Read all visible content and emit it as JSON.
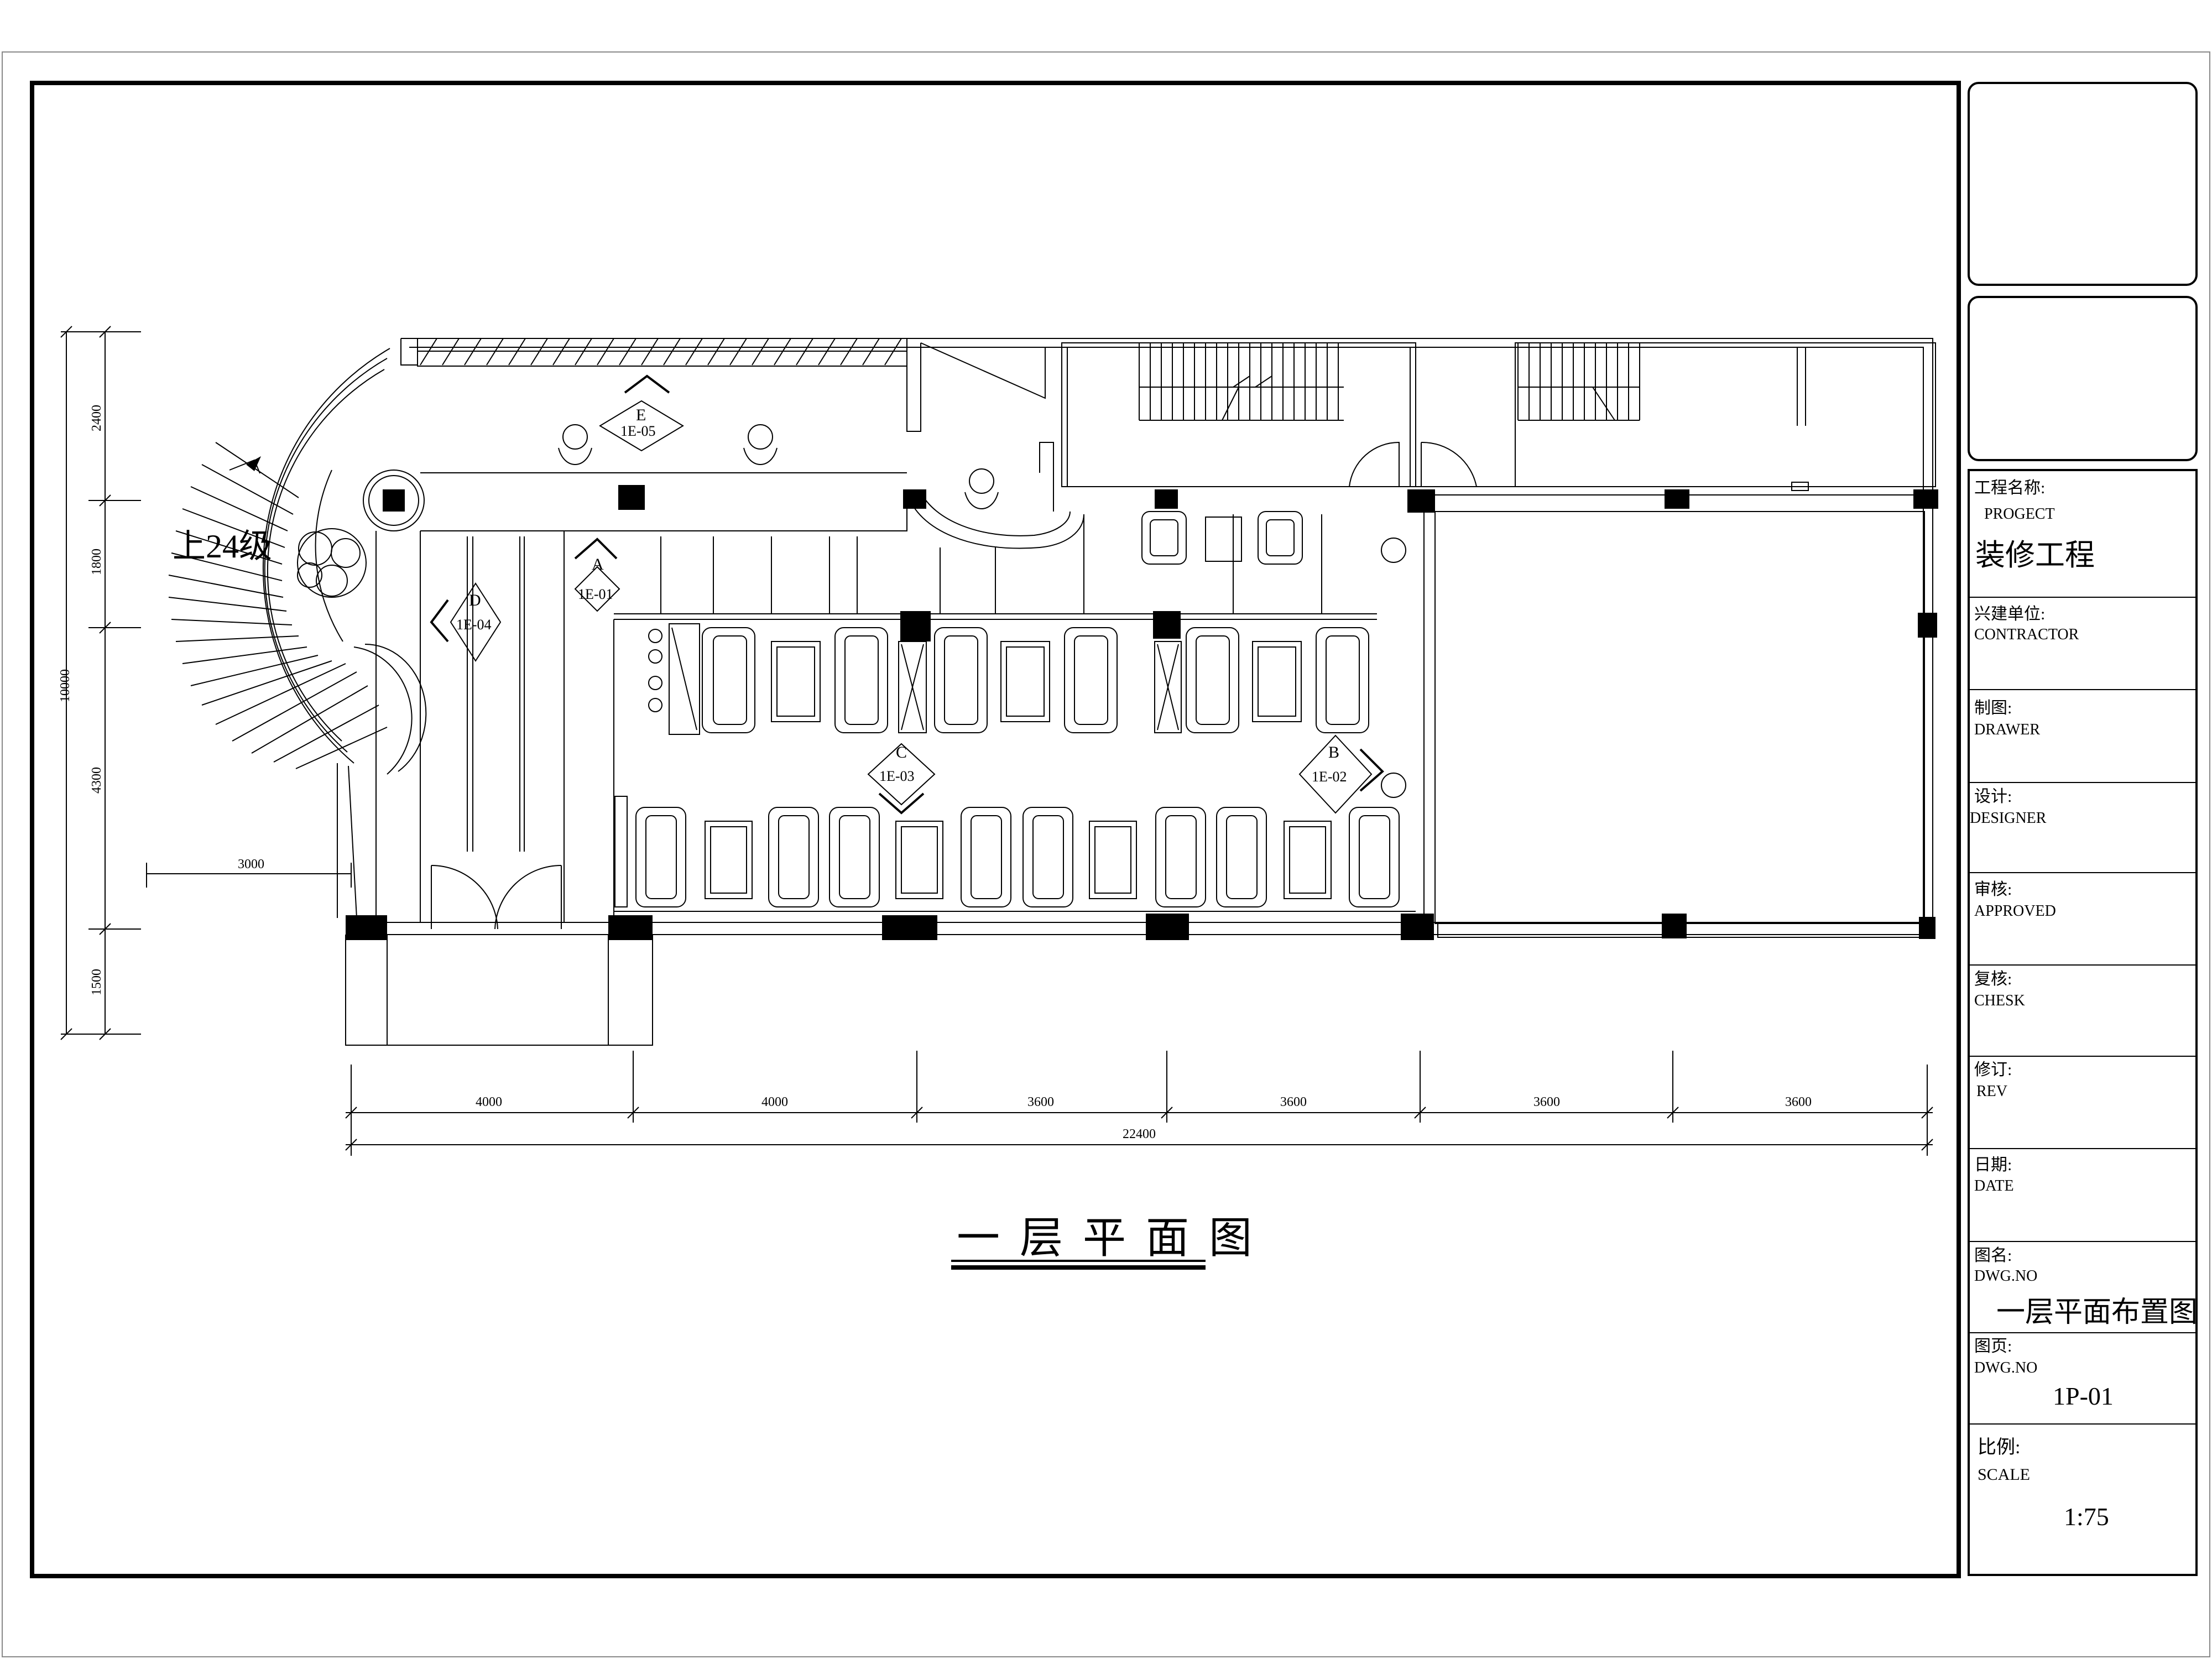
{
  "drawing": {
    "stair_label": "上24级",
    "plan_title": "一层平面图",
    "dims_vertical": [
      "2400",
      "1800",
      "4300",
      "1500"
    ],
    "dim_total_vertical": "10000",
    "dim_stair_width": "3000",
    "dims_horizontal": [
      "4000",
      "4000",
      "3600",
      "3600",
      "3600",
      "3600"
    ],
    "dim_total_horizontal": "22400",
    "markers": [
      {
        "letter": "E",
        "ref": "1E-05"
      },
      {
        "letter": "A",
        "ref": "1E-01"
      },
      {
        "letter": "D",
        "ref": "1E-04"
      },
      {
        "letter": "C",
        "ref": "1E-03"
      },
      {
        "letter": "B",
        "ref": "1E-02"
      }
    ]
  },
  "title_block": {
    "project_label_cn": "工程名称:",
    "project_label_en": "PROGECT",
    "project_value": "装修工程",
    "contractor_label_cn": "兴建单位:",
    "contractor_label_en": "CONTRACTOR",
    "drawer_label_cn": "制图:",
    "drawer_label_en": "DRAWER",
    "designer_label_cn": "设计:",
    "designer_label_en": "DESIGNER",
    "approved_label_cn": "审核:",
    "approved_label_en": "APPROVED",
    "check_label_cn": "复核:",
    "check_label_en": "CHESK",
    "rev_label_cn": "修订:",
    "rev_label_en": "REV",
    "date_label_cn": "日期:",
    "date_label_en": "DATE",
    "dwg_name_label_cn": "图名:",
    "dwg_name_label_en": "DWG.NO",
    "dwg_name_value": "一层平面布置图",
    "dwg_page_label_cn": "图页:",
    "dwg_page_label_en": "DWG.NO",
    "dwg_page_value": "1P-01",
    "scale_label_cn": "比例:",
    "scale_label_en": "SCALE",
    "scale_value": "1:75"
  }
}
